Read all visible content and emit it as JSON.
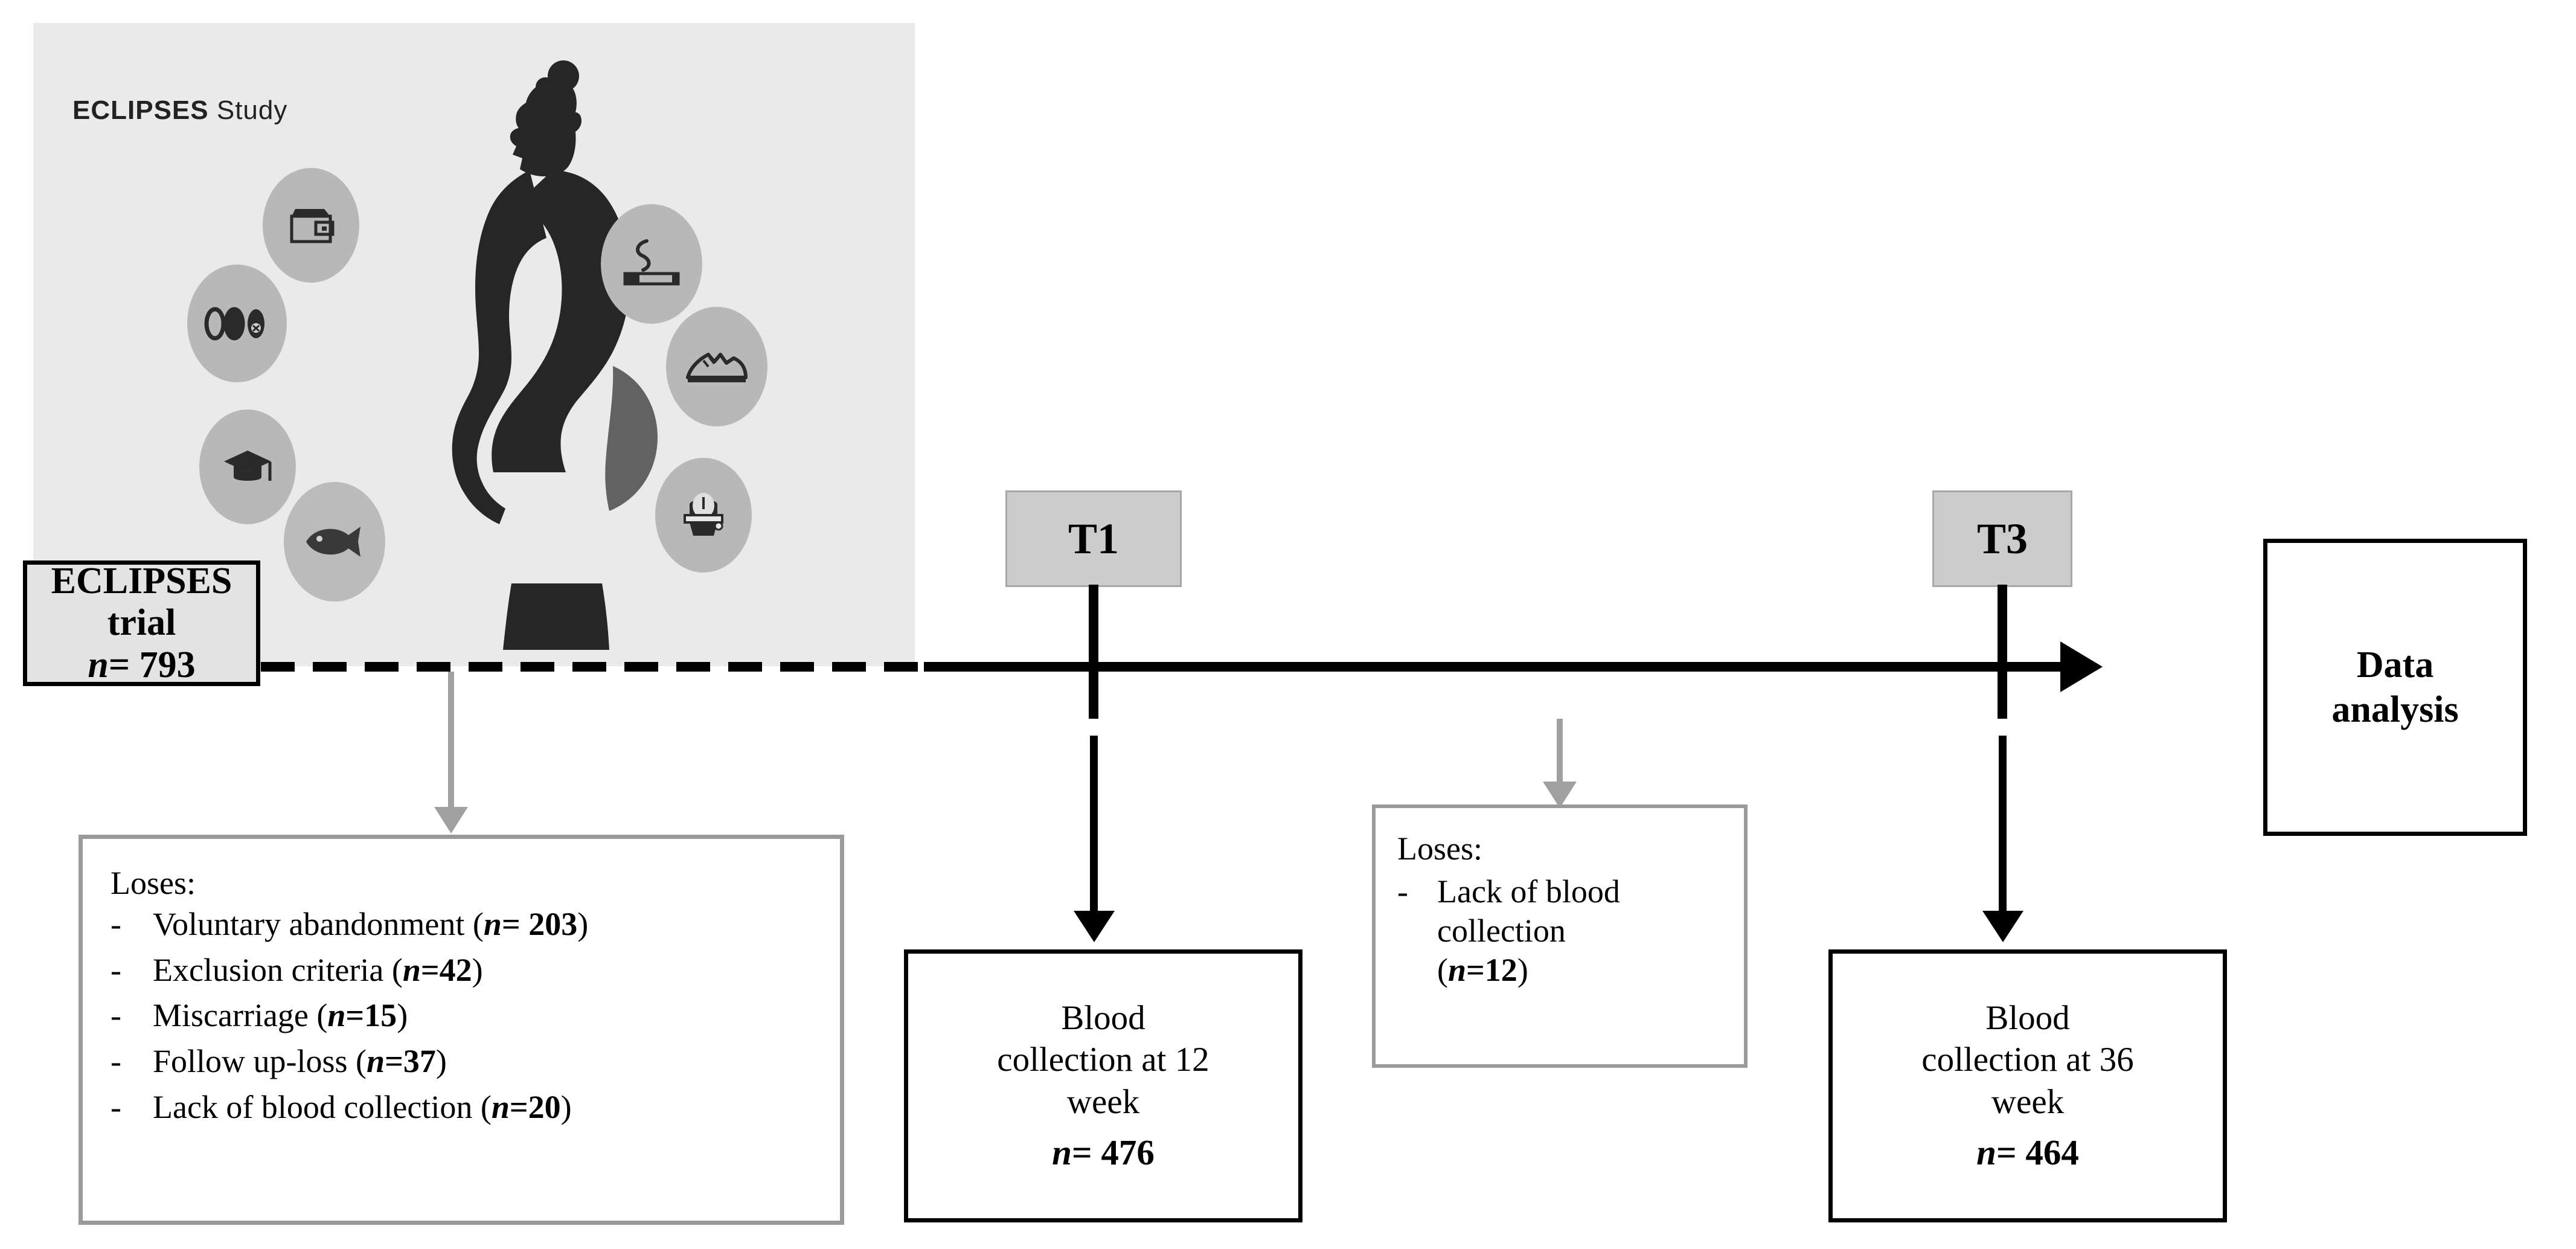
{
  "figure": {
    "type": "study-flow-diagram",
    "title": "ECLIPSES study participant flow"
  },
  "illustration": {
    "logo_bold": "ECLIPSES",
    "logo_regular": " Study",
    "silhouette": "pregnant-woman-silhouette",
    "badges": [
      {
        "icon": "wallet-icon",
        "label": "wallet"
      },
      {
        "icon": "pills-icon",
        "label": "pills"
      },
      {
        "icon": "graduation-cap-icon",
        "label": "education"
      },
      {
        "icon": "fish-icon",
        "label": "fish"
      },
      {
        "icon": "cigarette-icon",
        "label": "smoking"
      },
      {
        "icon": "running-shoe-icon",
        "label": "physical activity"
      },
      {
        "icon": "weight-scale-icon",
        "label": "weight"
      }
    ]
  },
  "nodes": {
    "eclipses_trial": {
      "line1": "ECLIPSES",
      "line2": "trial",
      "n_symbol": "n",
      "n_value": "= 793"
    },
    "t1": {
      "label": "T1"
    },
    "t3": {
      "label": "T3"
    },
    "blood12": {
      "line1": "Blood",
      "line2": "collection at 12",
      "line3": "week",
      "n_symbol": "n",
      "n_value": "= 476"
    },
    "blood36": {
      "line1": "Blood",
      "line2": "collection at 36",
      "line3": "week",
      "n_symbol": "n",
      "n_value": "= 464"
    },
    "data_analysis": {
      "line1": "Data",
      "line2": "analysis"
    }
  },
  "loses_main": {
    "heading": "Loses:",
    "bullet": "-",
    "items": [
      {
        "text": "Voluntary abandonment  (",
        "n_symbol": "n",
        "n_value": "= 203",
        "close": ")"
      },
      {
        "text": "Exclusion criteria (",
        "n_symbol": "n",
        "n_value": "=42",
        "close": ")"
      },
      {
        "text": "Miscarriage  (",
        "n_symbol": "n",
        "n_value": "=15",
        "close": ")"
      },
      {
        "text": "Follow up-loss (",
        "n_symbol": "n",
        "n_value": "=37",
        "close": ")"
      },
      {
        "text": "Lack of blood collection (",
        "n_symbol": "n",
        "n_value": "=20",
        "close": ")"
      }
    ]
  },
  "loses_mid": {
    "heading": "Loses:",
    "bullet": "-",
    "item_line1": "Lack of blood",
    "item_line2": "collection",
    "open": "(",
    "n_symbol": "n",
    "n_value": "=12",
    "close": ")"
  },
  "colors": {
    "panel_bg": "#eaeaea",
    "badge_fill": "#b8b8b8",
    "silhouette": "#262626",
    "gray_connector": "#a0a0a0",
    "gray_border": "#9a9a9a",
    "timeline": "#000000",
    "t_box_fill": "#cccccc",
    "trial_box_fill": "#e3e3e3"
  }
}
